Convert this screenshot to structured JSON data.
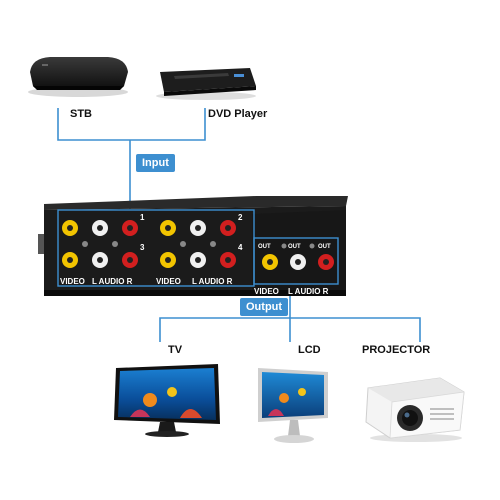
{
  "sources": {
    "stb_label": "STB",
    "dvd_label": "DVD Player",
    "input_badge": "Input"
  },
  "switcher": {
    "input_group_1": "1",
    "input_group_2": "2",
    "input_group_3": "3",
    "input_group_4": "4",
    "video_label_left": "VIDEO",
    "audio_label_left": "L AUDIO R",
    "video_label_mid": "VIDEO",
    "audio_label_mid": "L AUDIO R",
    "video_label_out": "VIDEO",
    "audio_label_out": "L AUDIO R",
    "out_label_1": "OUT",
    "out_label_2": "OUT",
    "out_label_3": "OUT"
  },
  "outputs": {
    "output_badge": "Output",
    "tv_label": "TV",
    "lcd_label": "LCD",
    "projector_label": "PROJECTOR"
  },
  "colors": {
    "wire": "#3d8fd0",
    "badge": "#3d8fd0",
    "rca_yellow": "#f2c400",
    "rca_white": "#f0f0f0",
    "rca_red": "#d21f1f",
    "box": "#1c1c1c"
  }
}
